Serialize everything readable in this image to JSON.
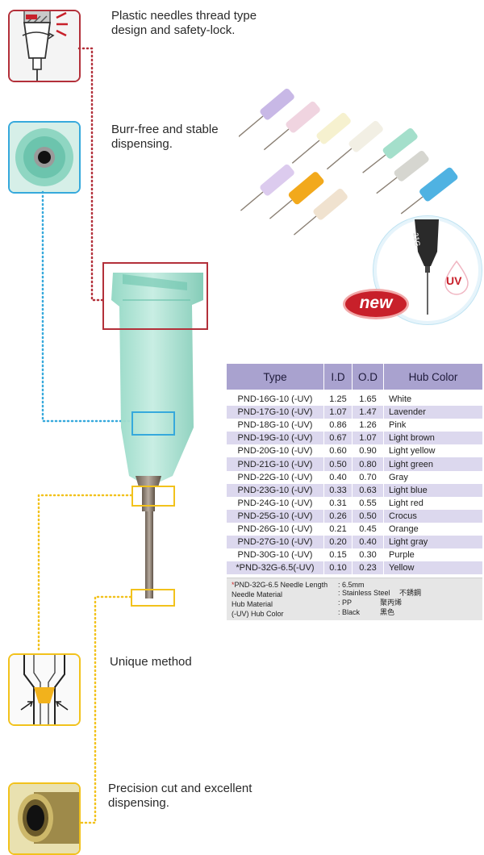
{
  "features": {
    "f1": "Plastic needles thread type design and safety-lock.",
    "f2": "Burr-free and stable dispensing.",
    "f3": "Unique method",
    "f4": "Precision cut and excellent dispensing."
  },
  "badge": {
    "new": "new",
    "uv": "UV",
    "gauge": "21G"
  },
  "table": {
    "headers": [
      "Type",
      "I.D",
      "O.D",
      "Hub  Color"
    ],
    "rows": [
      {
        "type": "PND-16G-10 (-UV)",
        "id": "1.25",
        "od": "1.65",
        "color": "White"
      },
      {
        "type": "PND-17G-10 (-UV)",
        "id": "1.07",
        "od": "1.47",
        "color": "Lavender"
      },
      {
        "type": "PND-18G-10 (-UV)",
        "id": "0.86",
        "od": "1.26",
        "color": "Pink"
      },
      {
        "type": "PND-19G-10 (-UV)",
        "id": "0.67",
        "od": "1.07",
        "color": "Light brown"
      },
      {
        "type": "PND-20G-10 (-UV)",
        "id": "0.60",
        "od": "0.90",
        "color": "Light yellow"
      },
      {
        "type": "PND-21G-10 (-UV)",
        "id": "0.50",
        "od": "0.80",
        "color": "Light green"
      },
      {
        "type": "PND-22G-10 (-UV)",
        "id": "0.40",
        "od": "0.70",
        "color": "Gray"
      },
      {
        "type": "PND-23G-10 (-UV)",
        "id": "0.33",
        "od": "0.63",
        "color": "Light blue"
      },
      {
        "type": "PND-24G-10 (-UV)",
        "id": "0.31",
        "od": "0.55",
        "color": "Light red"
      },
      {
        "type": "PND-25G-10 (-UV)",
        "id": "0.26",
        "od": "0.50",
        "color": "Crocus"
      },
      {
        "type": "PND-26G-10 (-UV)",
        "id": "0.21",
        "od": "0.45",
        "color": "Orange"
      },
      {
        "type": "PND-27G-10 (-UV)",
        "id": "0.20",
        "od": "0.40",
        "color": "Light gray"
      },
      {
        "type": "PND-30G-10 (-UV)",
        "id": "0.15",
        "od": "0.30",
        "color": "Purple"
      },
      {
        "type": "*PND-32G-6.5(-UV)",
        "id": "0.10",
        "od": "0.23",
        "color": "Yellow"
      }
    ]
  },
  "materials": {
    "note_label": "PND-32G-6.5 Needle Length",
    "note_value": ": 6.5mm",
    "needle_label": "Needle Material",
    "needle_value": ": Stainless Steel",
    "needle_cn": "不銹鋼",
    "hub_label": "Hub Material",
    "hub_value": ":  PP",
    "hub_cn": "聚丙烯",
    "uvhub_label": "(-UV) Hub Color",
    "uvhub_value": ":  Black",
    "uvhub_cn": "黑色"
  },
  "colors": {
    "header_bg": "#a9a2cf",
    "row_alt": "#dcd8ee",
    "dot_red": "#b3303a",
    "dot_blue": "#36a9dc",
    "dot_yellow": "#f2c21c",
    "new_red": "#c8202a"
  }
}
